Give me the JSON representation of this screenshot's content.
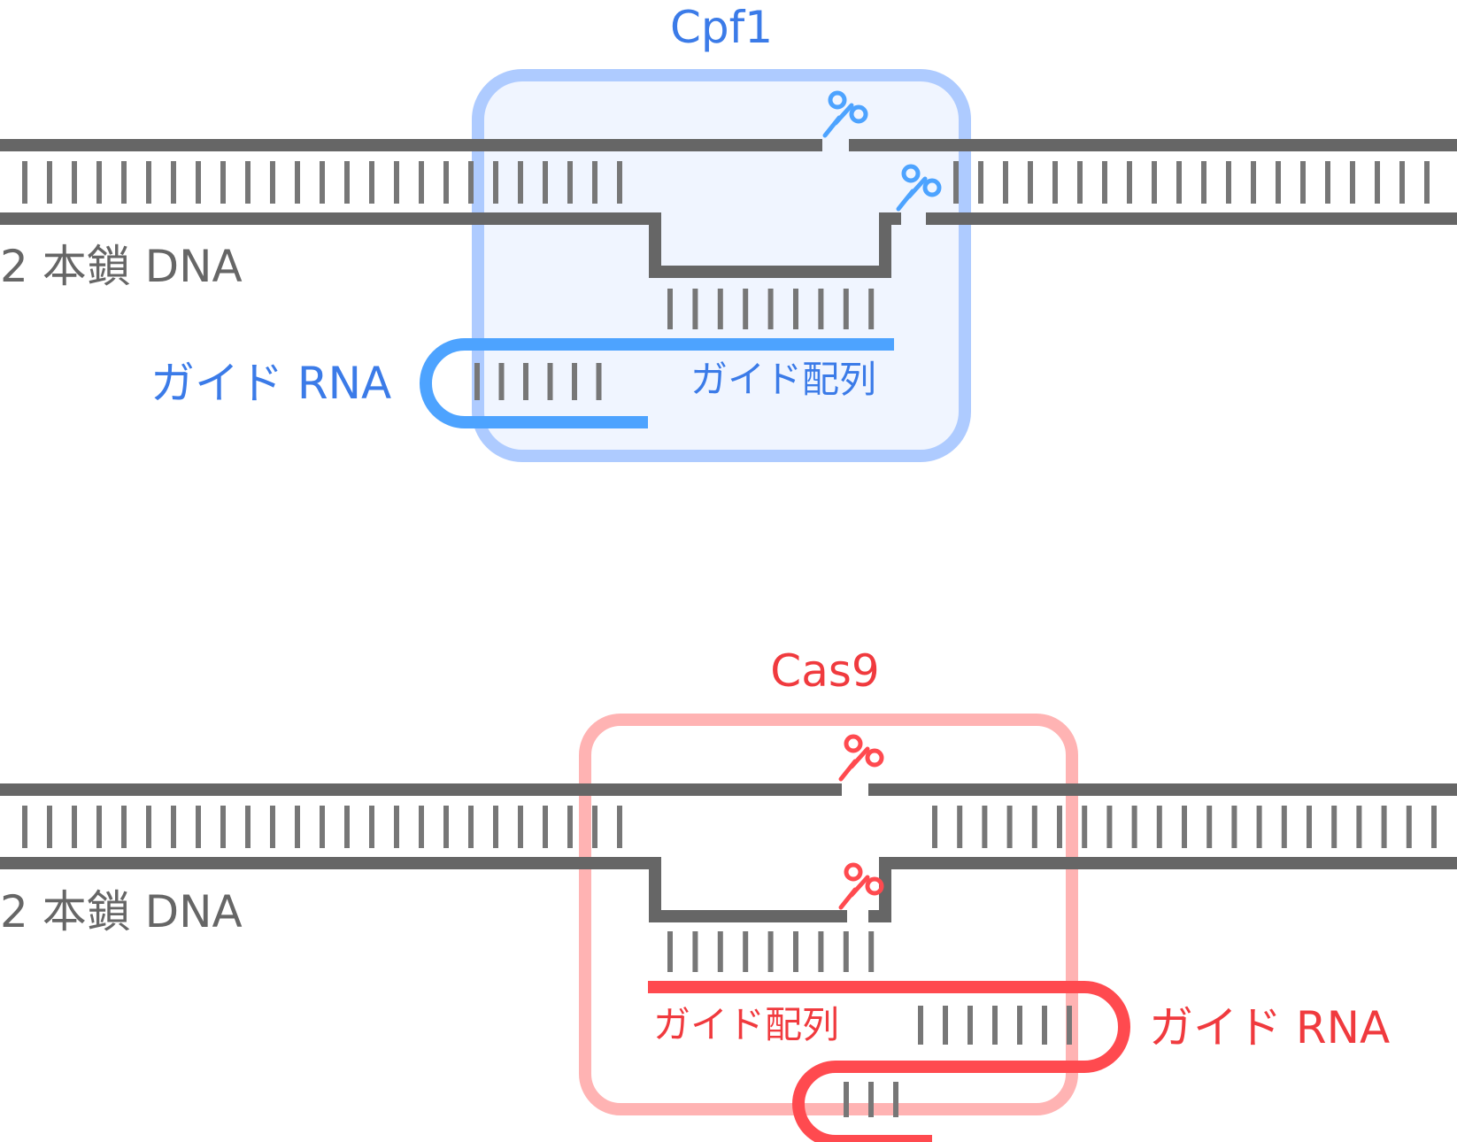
{
  "top": {
    "protein_label": "Cpf1",
    "dna_label": "2 本鎖 DNA",
    "guide_rna_label": "ガイド RNA",
    "guide_sequence_label": "ガイド配列",
    "protein_stroke": "#aecbff",
    "protein_fill": "#eef4ff",
    "rna_color": "#4da3ff",
    "label_color": "#3b7be8",
    "scissors_icon": "scissors-icon"
  },
  "bottom": {
    "protein_label": "Cas9",
    "dna_label": "2 本鎖 DNA",
    "guide_rna_label": "ガイド RNA",
    "guide_sequence_label": "ガイド配列",
    "protein_stroke": "#ffb3b3",
    "rna_color": "#ff4a4f",
    "label_color": "#f03a3e",
    "scissors_icon": "scissors-icon"
  },
  "colors": {
    "dna_strand": "#666666",
    "base_tick": "#777777",
    "dna_label": "#666666"
  }
}
